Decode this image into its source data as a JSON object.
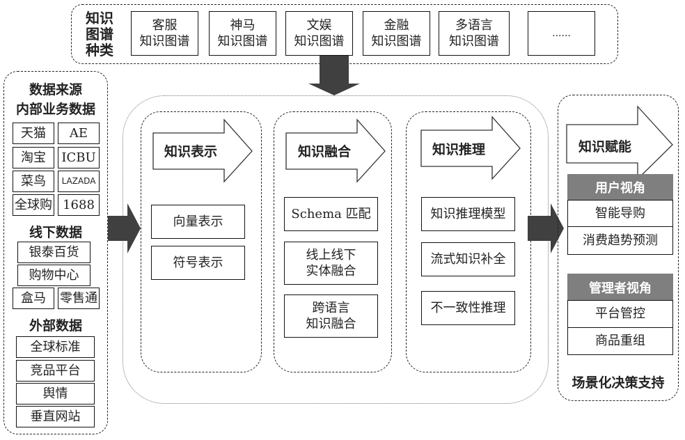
{
  "kg_types": {
    "label": "知识\n图谱\n种类",
    "items": [
      {
        "line1": "客服",
        "line2": "知识图谱"
      },
      {
        "line1": "神马",
        "line2": "知识图谱"
      },
      {
        "line1": "文娱",
        "line2": "知识图谱"
      },
      {
        "line1": "金融",
        "line2": "知识图谱"
      },
      {
        "line1": "多语言",
        "line2": "知识图谱"
      },
      {
        "line1": "......",
        "line2": ""
      }
    ]
  },
  "data_sources": {
    "title": "数据来源",
    "internal": {
      "title": "内部业务数据",
      "items": [
        "天猫",
        "AE",
        "淘宝",
        "ICBU",
        "菜鸟",
        "LAZADA",
        "全球购",
        "1688"
      ]
    },
    "offline": {
      "title": "线下数据",
      "items": [
        "银泰百货",
        "购物中心",
        "盒马",
        "零售通"
      ]
    },
    "external": {
      "title": "外部数据",
      "items": [
        "全球标准",
        "竞品平台",
        "舆情",
        "垂直网站"
      ]
    }
  },
  "stages": [
    {
      "title": "知识表示",
      "items": [
        "向量表示",
        "符号表示"
      ]
    },
    {
      "title": "知识融合",
      "items": [
        "Schema 匹配",
        "线上线下\n实体融合",
        "跨语言\n知识融合"
      ]
    },
    {
      "title": "知识推理",
      "items": [
        "知识推理模型",
        "流式知识补全",
        "不一致性推理"
      ]
    }
  ],
  "empowerment": {
    "title": "知识赋能",
    "user_view": {
      "header": "用户视角",
      "items": [
        "智能导购",
        "消费趋势预测"
      ]
    },
    "manager_view": {
      "header": "管理者视角",
      "items": [
        "平台管控",
        "商品重组"
      ]
    },
    "footer": "场景化决策支持"
  }
}
